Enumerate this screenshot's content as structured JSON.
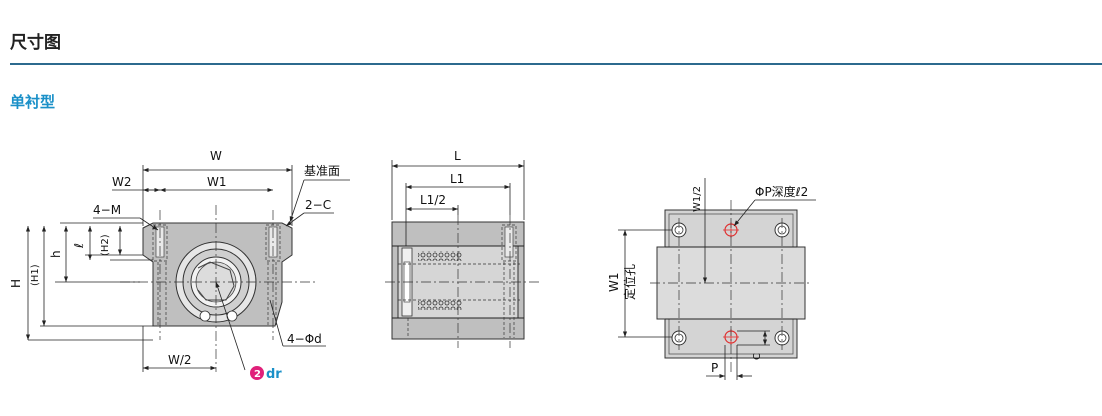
{
  "header": {
    "title": "尺寸图"
  },
  "section": {
    "subtitle": "单衬型"
  },
  "front_view": {
    "labels": {
      "W": "W",
      "W2": "W2",
      "W1": "W1",
      "ref_face": "基准面",
      "M": "4−M",
      "C": "2−C",
      "l": "ℓ",
      "H2": "(H2)",
      "h": "h",
      "H1": "(H1)",
      "H": "H",
      "W_half": "W/2",
      "d": "4−Φd",
      "dr": "dr",
      "dr_badge": "2"
    }
  },
  "side_view": {
    "labels": {
      "L": "L",
      "L1": "L1",
      "L_half": "L1/2"
    }
  },
  "top_view": {
    "labels": {
      "W1_half": "W1/2",
      "P_depth": "ΦP深度ℓ2",
      "W1": "W1",
      "locating": "定位孔",
      "P": "P",
      "C": "C"
    }
  },
  "colors": {
    "accent": "#1a90c8",
    "rule": "#2c6a8e",
    "badge": "#e0207a"
  }
}
